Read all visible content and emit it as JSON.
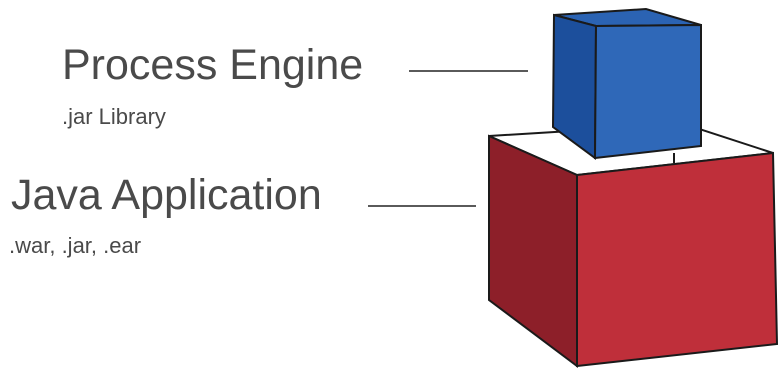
{
  "labels": {
    "process_engine": {
      "title": "Process Engine",
      "subtitle": ".jar Library"
    },
    "java_application": {
      "title": "Java Application",
      "subtitle": ".war, .jar, .ear"
    }
  },
  "colors": {
    "engine_front": "#2f68b8",
    "engine_side": "#1c4f9c",
    "engine_top": "#2b63b3",
    "app_front": "#bf2f3a",
    "app_side": "#8d1f29",
    "app_top": "#ffffff",
    "outline": "#1a1a1a",
    "text": "#4a4a4a",
    "leader_line": "#5a5a5a"
  }
}
